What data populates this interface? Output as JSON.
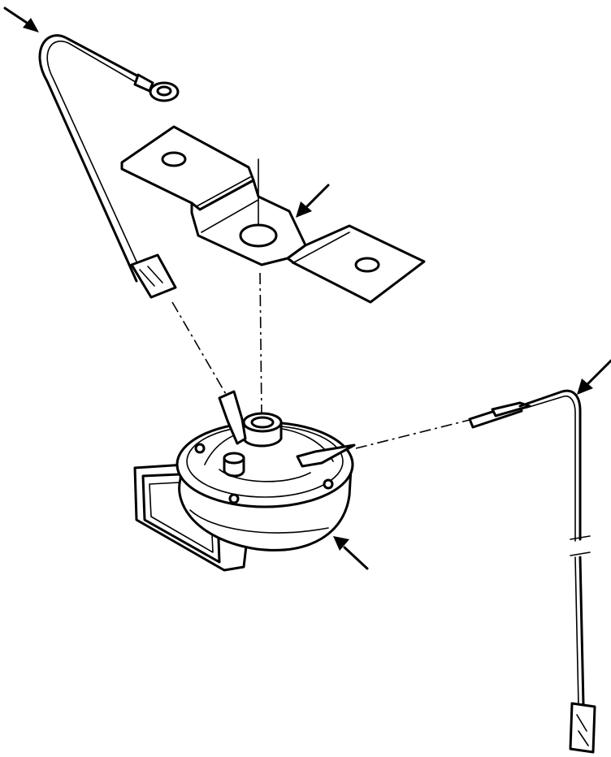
{
  "diagram": {
    "parts": [
      {
        "id": "ground-wire",
        "kind": "wire with ring terminal"
      },
      {
        "id": "mounting-bracket",
        "kind": "offset bracket with three holes"
      },
      {
        "id": "horn",
        "kind": "electric horn with rectangular trumpet"
      },
      {
        "id": "power-wire",
        "kind": "wire with spade connector"
      }
    ],
    "callouts": [
      {
        "id": "ground-wire-callout",
        "points_to": "ground-wire"
      },
      {
        "id": "bracket-callout",
        "points_to": "mounting-bracket"
      },
      {
        "id": "power-wire-callout",
        "points_to": "power-wire"
      },
      {
        "id": "horn-callout",
        "points_to": "horn"
      }
    ]
  }
}
